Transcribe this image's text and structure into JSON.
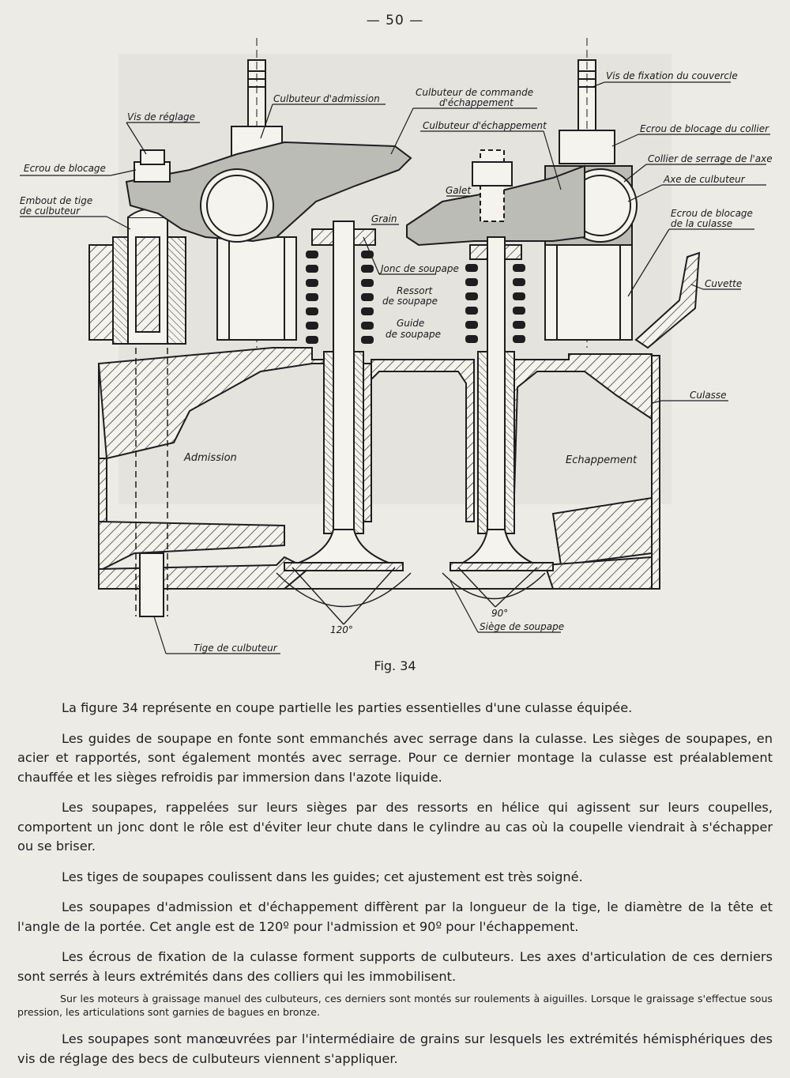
{
  "page_number": "— 50 —",
  "figure": {
    "caption": "Fig. 34",
    "labels": {
      "vis_fixation_couvercle": "Vis de fixation du couvercle",
      "culbuteur_commande_1": "Culbuteur de commande",
      "culbuteur_commande_2": "d'échappement",
      "culbuteur_admission": "Culbuteur d'admission",
      "culbuteur_echappement": "Culbuteur d'échappement",
      "vis_reglage": "Vis de réglage",
      "ecrou_blocage_collier": "Ecrou de blocage du collier",
      "ecrou_blocage": "Ecrou de blocage",
      "collier_serrage": "Collier de serrage de l'axe",
      "galet": "Galet",
      "axe_culbuteur": "Axe de culbuteur",
      "embout_1": "Embout de tige",
      "embout_2": "de culbuteur",
      "grain": "Grain",
      "ecrou_blocage_culasse_1": "Ecrou de blocage",
      "ecrou_blocage_culasse_2": "de la culasse",
      "jonc": "Jonc de soupape",
      "cuvette": "Cuvette",
      "ressort_1": "Ressort",
      "ressort_2": "de soupape",
      "guide_1": "Guide",
      "guide_2": "de soupape",
      "culasse": "Culasse",
      "admission": "Admission",
      "echappement": "Echappement",
      "angle_90": "90°",
      "angle_120": "120°",
      "siege": "Siège de soupape",
      "tige_culbuteur": "Tige de culbuteur"
    }
  },
  "paragraphs": [
    "La figure 34 représente en coupe partielle les parties essentielles d'une culasse équipée.",
    "Les guides de soupape en fonte sont emmanchés avec serrage dans la culasse. Les sièges de soupapes, en acier et rapportés, sont également montés avec serrage. Pour ce dernier montage la culasse est préalablement chauffée et les sièges refroidis par immersion dans l'azote liquide.",
    "Les soupapes, rappelées sur leurs sièges par des ressorts en hélice qui agissent sur leurs coupelles, comportent un jonc dont le rôle est d'éviter leur chute dans le cylindre au cas où la coupelle viendrait à s'échapper ou se briser.",
    "Les tiges de soupapes coulissent dans les guides; cet ajustement est très soigné.",
    "Les soupapes d'admission et d'échappement diffèrent par la longueur de la tige, le diamètre de la tête et l'angle de la portée. Cet angle est de 120º pour l'admission et 90º pour l'échappement.",
    "Les écrous de fixation de la culasse forment supports de culbuteurs. Les axes d'articulation de ces derniers sont serrés à leurs extrémités dans des colliers qui les immobilisent.",
    "Sur les moteurs à graissage manuel des culbuteurs, ces derniers sont montés sur roulements à aiguilles. Lorsque le graissage s'effectue sous pression, les articulations sont garnies de bagues en bronze.",
    "Les soupapes sont manœuvrées par l'intermédiaire de grains sur lesquels les extrémités hémisphériques des vis de réglage des becs de culbuteurs viennent s'appliquer."
  ]
}
